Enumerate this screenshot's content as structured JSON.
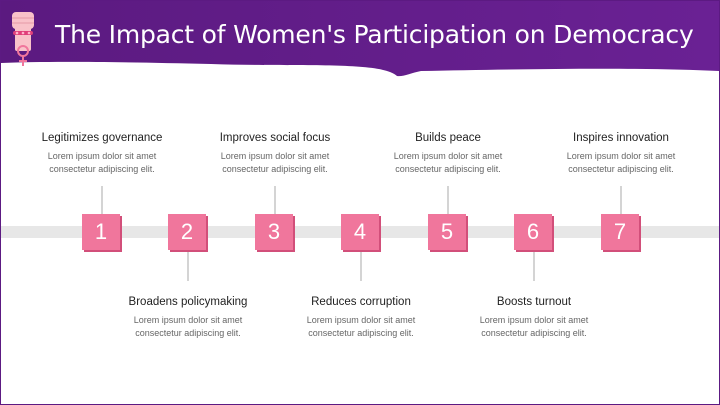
{
  "title": "The Impact of Women's Participation on Democracy",
  "colors": {
    "header": "#5e1e86",
    "step_box": "#f0769c",
    "timeline": "#e7e7e7"
  },
  "icons": {
    "logo": "raised-fist-female-icon"
  },
  "steps": [
    {
      "number": "1",
      "title": "Legitimizes governance",
      "desc_line1": "Lorem ipsum dolor sit amet",
      "desc_line2": "consectetur adipiscing elit."
    },
    {
      "number": "2",
      "title": "Broadens policymaking",
      "desc_line1": "Lorem ipsum dolor sit amet",
      "desc_line2": "consectetur adipiscing elit."
    },
    {
      "number": "3",
      "title": "Improves social focus",
      "desc_line1": "Lorem ipsum dolor sit amet",
      "desc_line2": "consectetur adipiscing elit."
    },
    {
      "number": "4",
      "title": "Reduces corruption",
      "desc_line1": "Lorem ipsum dolor sit amet",
      "desc_line2": "consectetur adipiscing elit."
    },
    {
      "number": "5",
      "title": "Builds peace",
      "desc_line1": "Lorem ipsum dolor sit amet",
      "desc_line2": "consectetur adipiscing elit."
    },
    {
      "number": "6",
      "title": "Boosts turnout",
      "desc_line1": "Lorem ipsum dolor sit amet",
      "desc_line2": "consectetur adipiscing elit."
    },
    {
      "number": "7",
      "title": "Inspires innovation",
      "desc_line1": "Lorem ipsum dolor sit amet",
      "desc_line2": "consectetur adipiscing elit."
    }
  ]
}
